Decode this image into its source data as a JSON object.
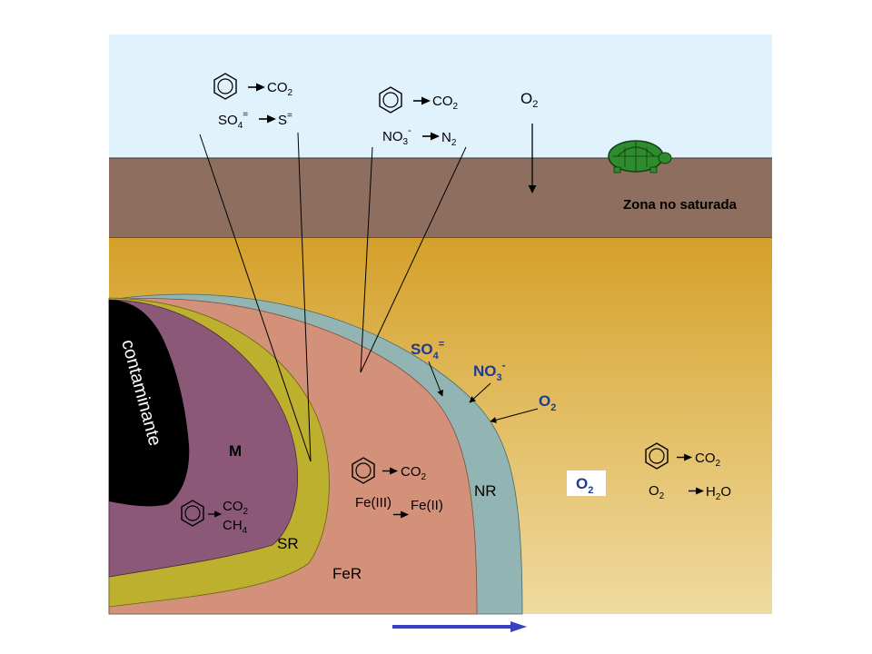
{
  "colors": {
    "sky": "#e0f2fb",
    "unsaturated_soil": "#8e6f5f",
    "aquifer_top": "#d4a02a",
    "aquifer_bottom": "#efdaa0",
    "nitrate_zone": "#92b4b2",
    "iron_zone": "#d4917a",
    "sulfate_zone": "#bdb02f",
    "methanogenic_zone": "#8c5878",
    "contaminant": "#000000",
    "label_blue": "#1f3a93",
    "flow_arrow": "#3b3fc4",
    "turtle": "#2e8b2e"
  },
  "labels": {
    "unsaturated_zone": "Zona no saturada",
    "contaminant": "contaminante",
    "top_o2": "O",
    "sub2": "2",
    "sub3": "3",
    "sub4": "4",
    "eq": "=",
    "minus": "-"
  },
  "zones": {
    "methanogenic": "M",
    "sulfate": "SR",
    "iron": "FeR",
    "nitrate": "NR"
  },
  "reactions": {
    "sulfate": {
      "product": "CO",
      "acceptor": "SO",
      "reduced": "S"
    },
    "nitrate": {
      "product": "CO",
      "acceptor": "NO",
      "reduced": "N"
    },
    "iron": {
      "product": "CO",
      "acceptor": "Fe(III)",
      "reduced": "Fe(II)"
    },
    "methanogenic": {
      "product": "CO",
      "reduced": "CH"
    },
    "aerobic": {
      "product": "CO",
      "acceptor": "O",
      "reduced_h": "H",
      "reduced_o": "O"
    }
  },
  "front_labels": {
    "sulfate": "SO",
    "nitrate": "NO",
    "oxygen": "O",
    "oxygen_box": "O"
  },
  "icons": [
    "benzene-ring-icon",
    "turtle-icon",
    "reaction-arrow-icon",
    "flow-arrow-icon"
  ]
}
